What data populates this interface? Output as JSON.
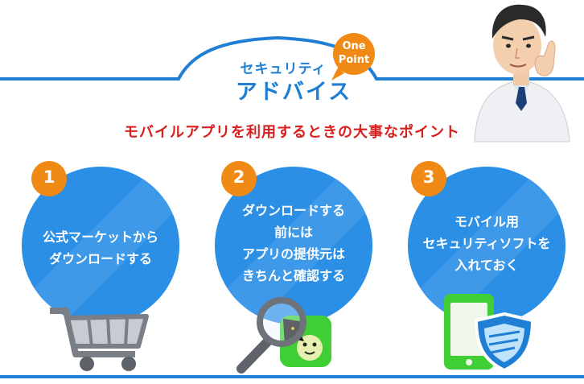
{
  "header": {
    "title_sub": "セキュリティ",
    "title_main": "アドバイス",
    "badge_line1": "One",
    "badge_line2": "Point",
    "subtitle": "モバイルアプリを利用するときの大事なポイント"
  },
  "steps": [
    {
      "number": "1",
      "lines": [
        "公式マーケットから",
        "ダウンロードする"
      ]
    },
    {
      "number": "2",
      "lines": [
        "ダウンロードする",
        "前には",
        "アプリの提供元は",
        "きちんと確認する"
      ]
    },
    {
      "number": "3",
      "lines": [
        "モバイル用",
        "セキュリティソフトを",
        "入れておく"
      ]
    }
  ],
  "colors": {
    "primary_blue": "#1f7fd4",
    "circle_blue": "#2b8fe6",
    "accent_orange": "#f08a14",
    "subtitle_red": "#d91e1e",
    "app_green": "#3fcf34"
  },
  "icons": [
    "shopping-cart-icon",
    "magnifier-icon",
    "app-icon",
    "smartphone-icon",
    "shield-icon"
  ]
}
